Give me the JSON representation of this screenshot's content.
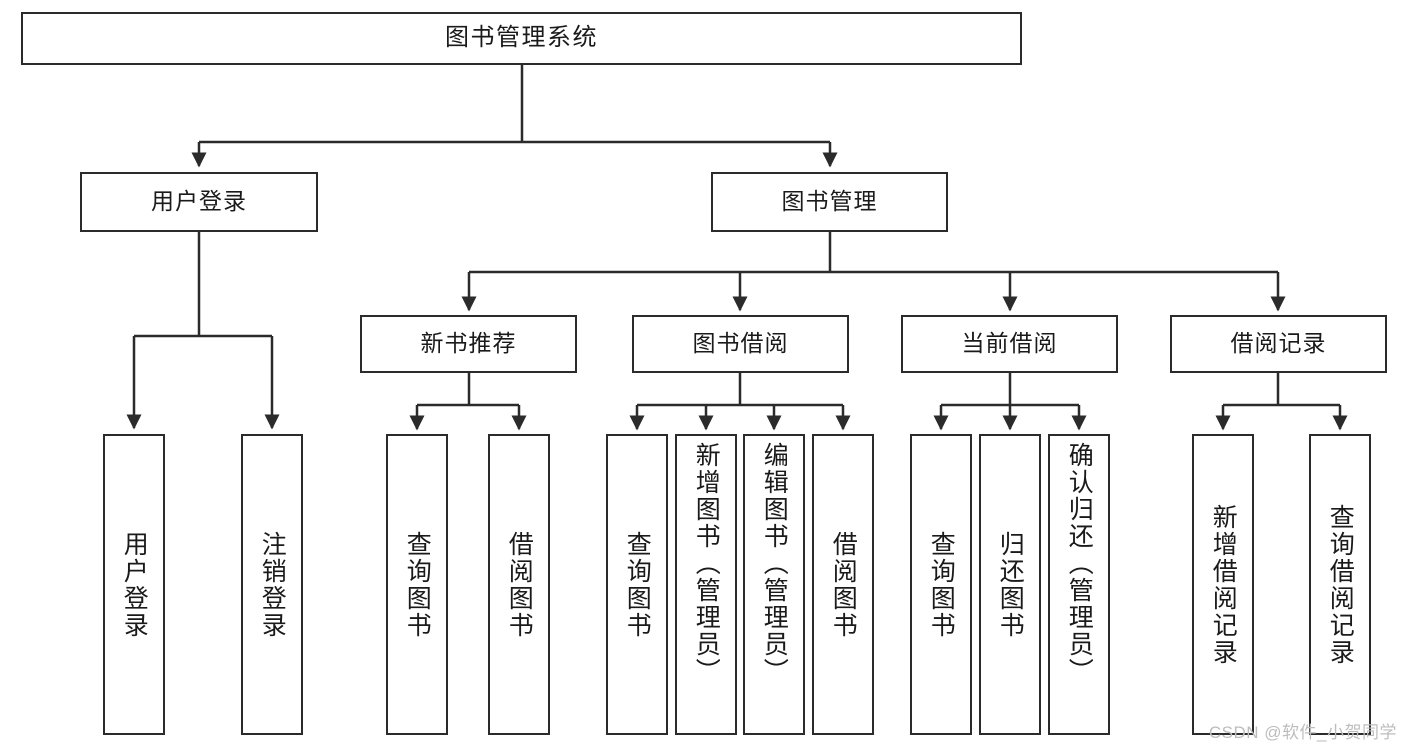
{
  "diagram": {
    "title": "图书管理系统",
    "type": "tree",
    "line_color": "#2b2b2b",
    "box_fill": "#ffffff",
    "text_color": "#1a1a1a",
    "watermark": "CSDN @软件_小贺同学",
    "nodes": {
      "root": "图书管理系统",
      "level1": [
        {
          "label": "用户登录"
        },
        {
          "label": "图书管理"
        }
      ],
      "level2": [
        {
          "label": "新书推荐"
        },
        {
          "label": "图书借阅"
        },
        {
          "label": "当前借阅"
        },
        {
          "label": "借阅记录"
        }
      ],
      "leaves": {
        "user_login": [
          {
            "label": "用户登录"
          },
          {
            "label": "注销登录"
          }
        ],
        "new_book": [
          {
            "label": "查询图书"
          },
          {
            "label": "借阅图书"
          }
        ],
        "book_borrow": [
          {
            "label": "查询图书"
          },
          {
            "label": "新增图书（管理员）"
          },
          {
            "label": "编辑图书（管理员）"
          },
          {
            "label": "借阅图书"
          }
        ],
        "current_borrow": [
          {
            "label": "查询图书"
          },
          {
            "label": "归还图书"
          },
          {
            "label": "确认归还（管理员）"
          }
        ],
        "borrow_record": [
          {
            "label": "新增借阅记录"
          },
          {
            "label": "查询借阅记录"
          }
        ]
      }
    }
  }
}
